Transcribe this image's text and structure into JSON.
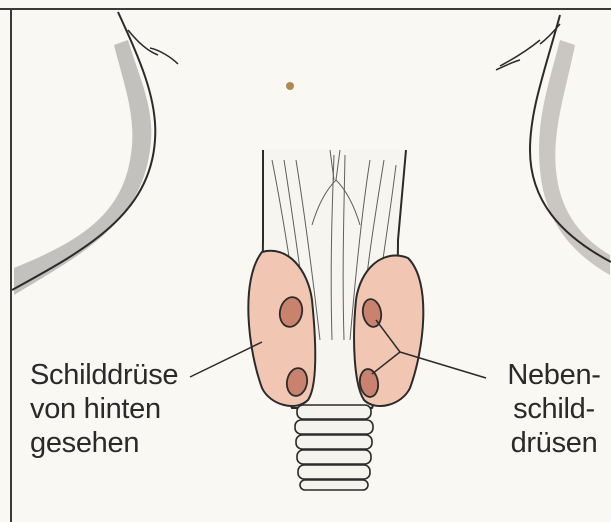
{
  "labels": {
    "thyroid": {
      "line1": "Schilddrüse",
      "line2": "von hinten",
      "line3": "gesehen"
    },
    "parathyroid": {
      "line1": "Neben-",
      "line2": "schild-",
      "line3": "drüsen"
    }
  },
  "colors": {
    "outline": "#2b2b2b",
    "skin_shadow": "#b9b6b3",
    "thyroid_fill": "#f1c7b3",
    "parathyroid_fill": "#c8826d",
    "background": "#f9f8f3"
  },
  "icons": [
    "neck-outline-icon",
    "trachea-icon",
    "thyroid-lobe-icon",
    "parathyroid-gland-icon"
  ]
}
